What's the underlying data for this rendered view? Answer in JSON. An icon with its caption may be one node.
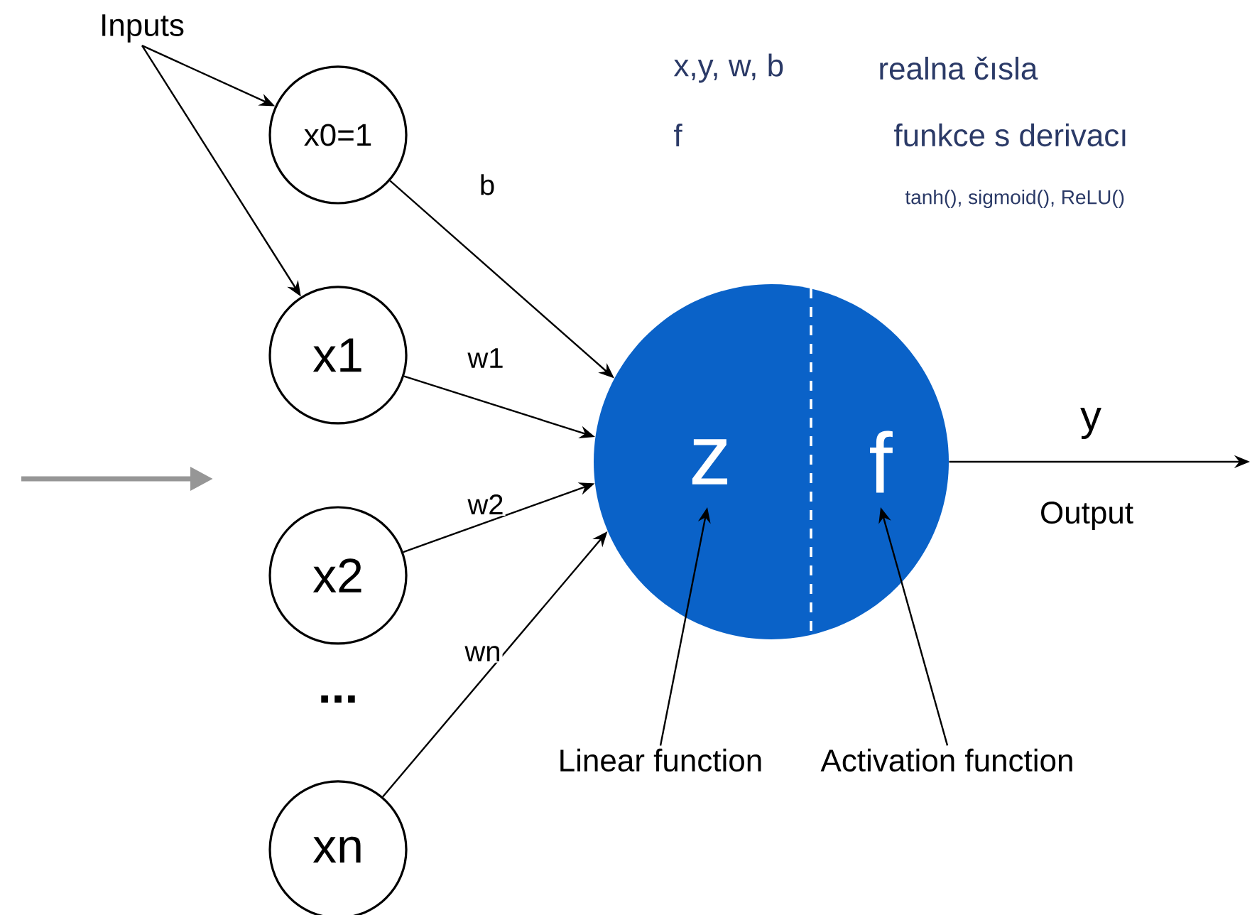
{
  "diagram": {
    "nodes": [
      {
        "text": [
          "Inputs"
        ]
      },
      {
        "text": [
          "x0=1"
        ]
      },
      {
        "text": [
          "x1"
        ]
      },
      {
        "text": [
          "x2"
        ]
      },
      {
        "text": [
          "xn"
        ]
      },
      {
        "text": [
          "z",
          "f"
        ]
      },
      {
        "text": [
          "Linear function"
        ]
      },
      {
        "text": [
          "Activation function"
        ]
      }
    ],
    "edges": [
      {
        "from": 0,
        "to": 1,
        "arrow": "to"
      },
      {
        "from": 0,
        "to": 2,
        "arrow": "to"
      },
      {
        "from": 1,
        "to": 5,
        "arrow": "to",
        "label": "b"
      },
      {
        "from": 2,
        "to": 5,
        "arrow": "to",
        "label": "w1"
      },
      {
        "from": 3,
        "to": 5,
        "arrow": "to",
        "label": "w2"
      },
      {
        "from": 4,
        "to": 5,
        "arrow": "to",
        "label": "wn"
      },
      {
        "from": 5,
        "to": null,
        "arrow": "to",
        "label": "y"
      },
      {
        "from": 6,
        "to": 5,
        "arrow": "to"
      },
      {
        "from": 7,
        "to": 5,
        "arrow": "to"
      }
    ],
    "labels": [
      "x,y, w, b",
      "realna čısla",
      "f",
      "funkce s derivacı",
      "tanh(), sigmoid(), ReLU()",
      "...",
      "Output"
    ]
  }
}
